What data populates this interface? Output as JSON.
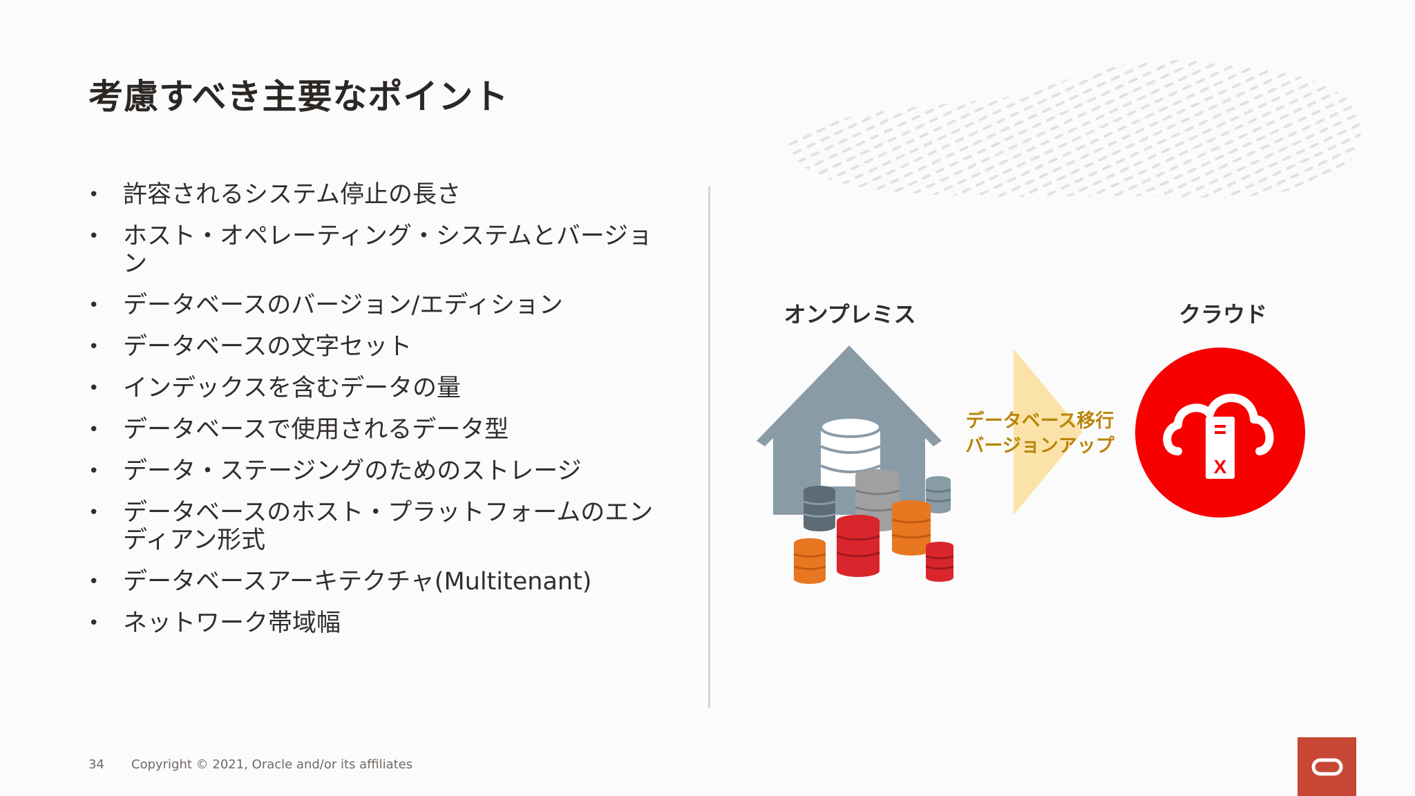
{
  "slide": {
    "title": "考慮すべき主要なポイント",
    "bullets": [
      "許容されるシステム停止の長さ",
      "ホスト・オペレーティング・システムとバージョン",
      "データベースのバージョン/エディション",
      "データベースの文字セット",
      "インデックスを含むデータの量",
      "データベースで使用されるデータ型",
      "データ・ステージングのためのストレージ",
      "データベースのホスト・プラットフォームのエンディアン形式",
      "データベースアーキテクチャ(Multitenant)",
      "ネットワーク帯域幅"
    ],
    "bullet_marker": "•"
  },
  "diagram": {
    "onprem_label": "オンプレミス",
    "cloud_label": "クラウド",
    "migration_line1": "データベース移行",
    "migration_line2": "バージョンアップ",
    "server_mark": "X",
    "icons": [
      "house-icon",
      "database-stack-icon",
      "cloud-server-icon",
      "arrow-chevron-icon"
    ]
  },
  "footer": {
    "page_number": "34",
    "copyright": "Copyright © 2021, Oracle and/or its affiliates"
  },
  "colors": {
    "oracle_red": "#c74634",
    "cloud_red": "#f80000",
    "house_gray": "#8a9ba8",
    "arrow_yellow": "#fbe2a8",
    "migration_text": "#b8860b",
    "db_orange": "#e87722",
    "db_red": "#d9262c",
    "db_gray": "#a0a0a0"
  }
}
